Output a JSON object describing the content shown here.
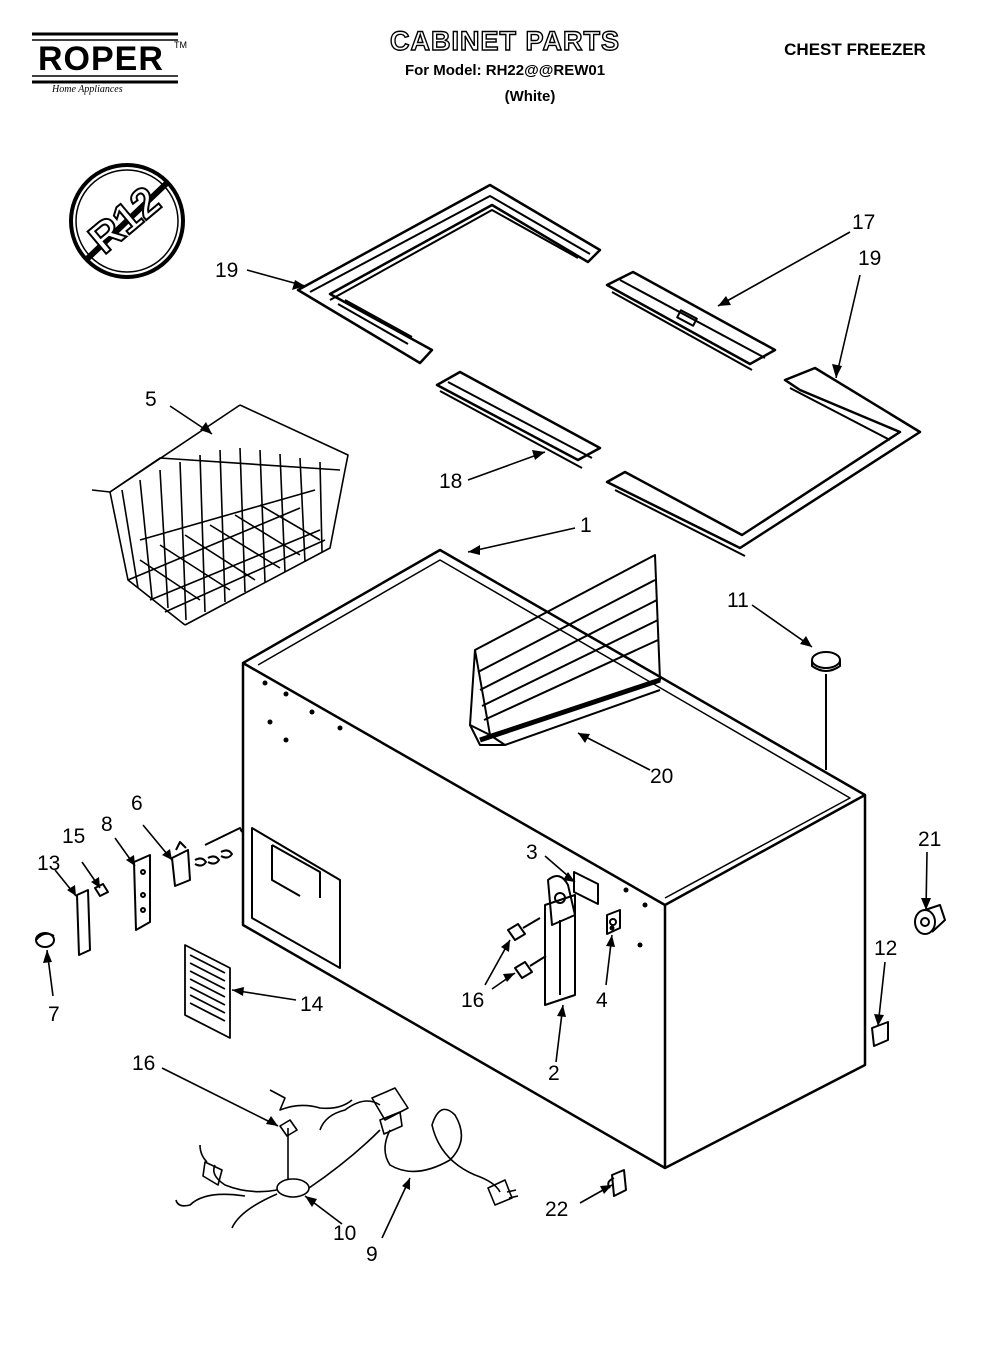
{
  "header": {
    "brand": "ROPER",
    "brand_tm": "TM",
    "brand_sub": "Home Appliances",
    "title": "CABINET PARTS",
    "model_line": "For Model: RH22@@REW01",
    "color_line": "(White)",
    "category": "CHEST FREEZER"
  },
  "badge": {
    "text": "R12",
    "icon": "no-r12-icon"
  },
  "callouts": [
    {
      "id": "c17",
      "text": "17"
    },
    {
      "id": "c19a",
      "text": "19"
    },
    {
      "id": "c19b",
      "text": "19"
    },
    {
      "id": "c5",
      "text": "5"
    },
    {
      "id": "c18",
      "text": "18"
    },
    {
      "id": "c1",
      "text": "1"
    },
    {
      "id": "c11",
      "text": "11"
    },
    {
      "id": "c20",
      "text": "20"
    },
    {
      "id": "c6",
      "text": "6"
    },
    {
      "id": "c8",
      "text": "8"
    },
    {
      "id": "c15",
      "text": "15"
    },
    {
      "id": "c13",
      "text": "13"
    },
    {
      "id": "c3",
      "text": "3"
    },
    {
      "id": "c21",
      "text": "21"
    },
    {
      "id": "c16a",
      "text": "16"
    },
    {
      "id": "c4",
      "text": "4"
    },
    {
      "id": "c12",
      "text": "12"
    },
    {
      "id": "c7",
      "text": "7"
    },
    {
      "id": "c14",
      "text": "14"
    },
    {
      "id": "c2",
      "text": "2"
    },
    {
      "id": "c16b",
      "text": "16"
    },
    {
      "id": "c22",
      "text": "22"
    },
    {
      "id": "c10",
      "text": "10"
    },
    {
      "id": "c9",
      "text": "9"
    }
  ]
}
